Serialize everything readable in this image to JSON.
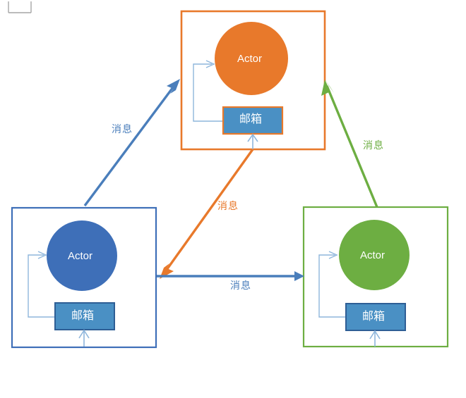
{
  "diagram": {
    "title_text": "",
    "colors": {
      "orange": "#E8792B",
      "blue": "#3E6FB8",
      "green": "#6DAE42",
      "mailbox_fill": "#4A90C4",
      "mailbox_border_blue": "#2E5E95",
      "thin_arrow": "#8EB6DC",
      "margin_mark": "#A6A6A6"
    },
    "nodes": [
      {
        "id": "actor-top",
        "box_color": "#E8792B",
        "circle_color": "#E8792B",
        "actor_label": "Actor",
        "mailbox_label": "邮箱",
        "mailbox_border": "#E8792B",
        "mailbox_fill": "#4A90C4"
      },
      {
        "id": "actor-left",
        "box_color": "#3E6FB8",
        "circle_color": "#3E6FB8",
        "actor_label": "Actor",
        "mailbox_label": "邮箱",
        "mailbox_border": "#2E5E95",
        "mailbox_fill": "#4A90C4"
      },
      {
        "id": "actor-right",
        "box_color": "#6DAE42",
        "circle_color": "#6DAE42",
        "actor_label": "Actor",
        "mailbox_label": "邮箱",
        "mailbox_border": "#2E5E95",
        "mailbox_fill": "#4A90C4"
      }
    ],
    "messages": [
      {
        "id": "msg-left-to-top",
        "label": "消息",
        "color": "#4A7EBB"
      },
      {
        "id": "msg-top-to-left",
        "label": "消息",
        "color": "#E8792B"
      },
      {
        "id": "msg-left-to-right",
        "label": "消息",
        "color": "#4A7EBB"
      },
      {
        "id": "msg-right-to-top",
        "label": "消息",
        "color": "#6DAE42"
      }
    ]
  }
}
